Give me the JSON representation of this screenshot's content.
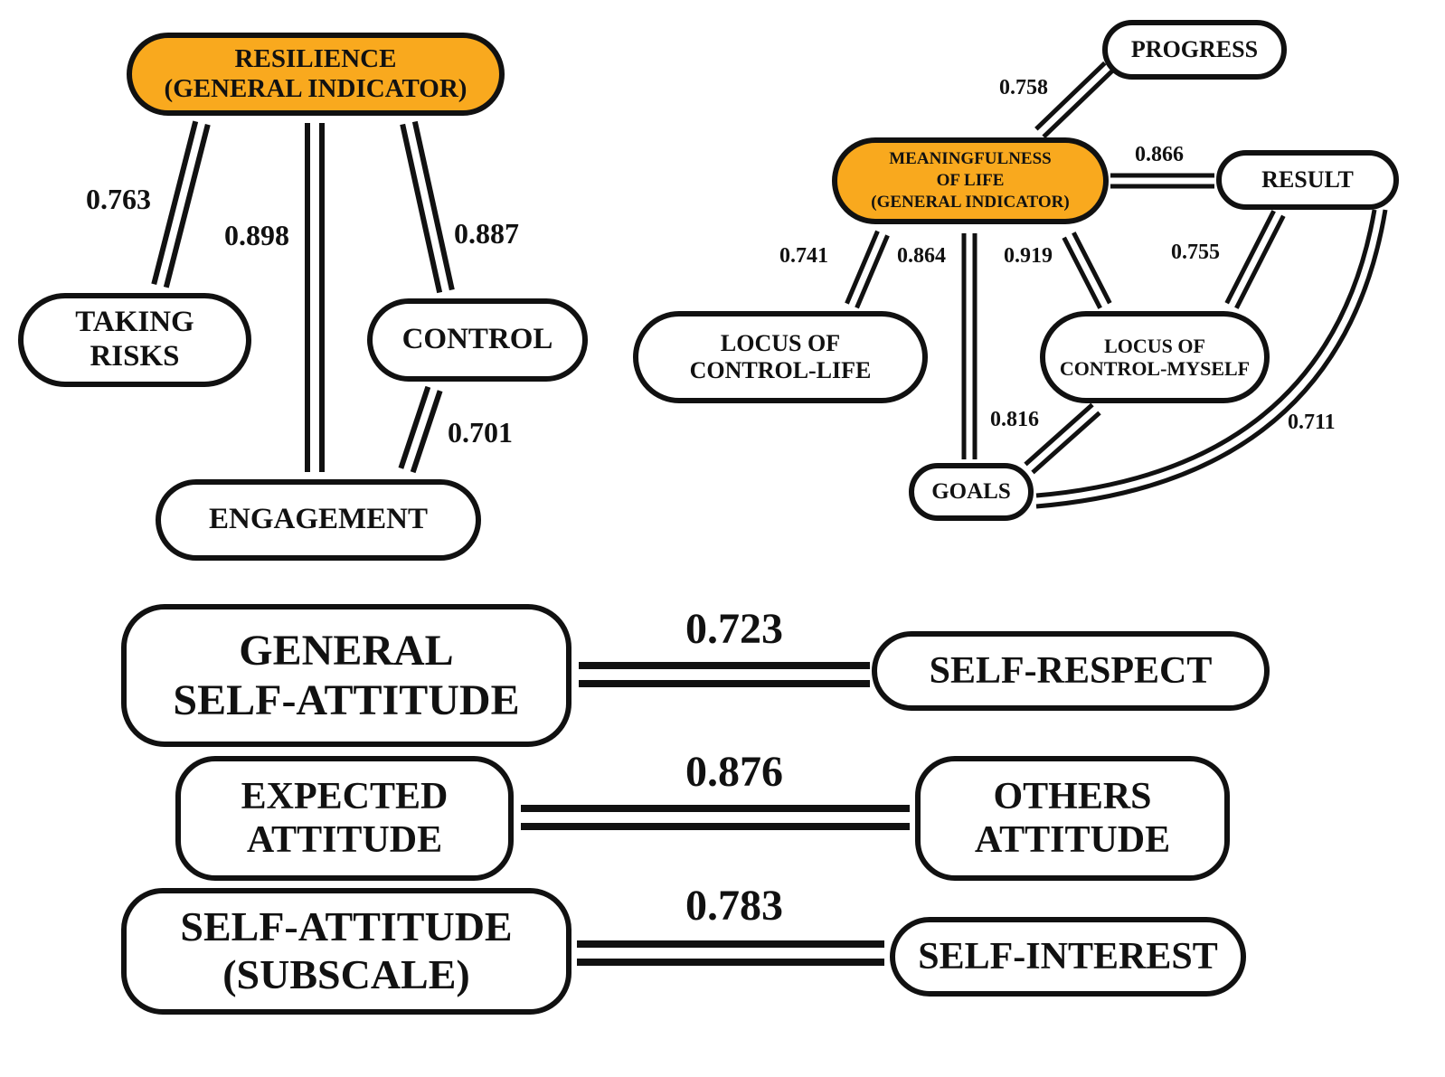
{
  "colors": {
    "accent": "#F9A91E",
    "stroke": "#111111",
    "background": "#FFFFFF"
  },
  "resilience": {
    "nodes": {
      "general": "RESILIENCE\n(GENERAL INDICATOR)",
      "taking_risks": "TAKING\nRISKS",
      "control": "CONTROL",
      "engagement": "ENGAGEMENT"
    },
    "edges": [
      {
        "from": "general",
        "to": "taking_risks",
        "value": "0.763"
      },
      {
        "from": "general",
        "to": "engagement",
        "value": "0.898"
      },
      {
        "from": "general",
        "to": "control",
        "value": "0.887"
      },
      {
        "from": "control",
        "to": "engagement",
        "value": "0.701"
      }
    ]
  },
  "meaningfulness": {
    "nodes": {
      "general": "MEANINGFULNESS\nOF LIFE\n(GENERAL INDICATOR)",
      "progress": "PROGRESS",
      "result": "RESULT",
      "locus_life": "LOCUS OF\nCONTROL-LIFE",
      "locus_myself": "LOCUS OF\nCONTROL-MYSELF",
      "goals": "GOALS"
    },
    "edges": [
      {
        "from": "general",
        "to": "progress",
        "value": "0.758"
      },
      {
        "from": "general",
        "to": "result",
        "value": "0.866"
      },
      {
        "from": "general",
        "to": "locus_life",
        "value": "0.741"
      },
      {
        "from": "general",
        "to": "goals",
        "value": "0.864"
      },
      {
        "from": "general",
        "to": "locus_myself",
        "value": "0.919"
      },
      {
        "from": "result",
        "to": "locus_myself",
        "value": "0.755"
      },
      {
        "from": "locus_myself",
        "to": "goals",
        "value": "0.816"
      },
      {
        "from": "result",
        "to": "goals",
        "value": "0.711"
      }
    ]
  },
  "self_attitude": {
    "pairs": [
      {
        "left": "GENERAL\nSELF-ATTITUDE",
        "right": "SELF-RESPECT",
        "value": "0.723"
      },
      {
        "left": "EXPECTED\nATTITUDE",
        "right": "OTHERS\nATTITUDE",
        "value": "0.876"
      },
      {
        "left": "SELF-ATTITUDE\n(SUBSCALE)",
        "right": "SELF-INTEREST",
        "value": "0.783"
      }
    ]
  }
}
